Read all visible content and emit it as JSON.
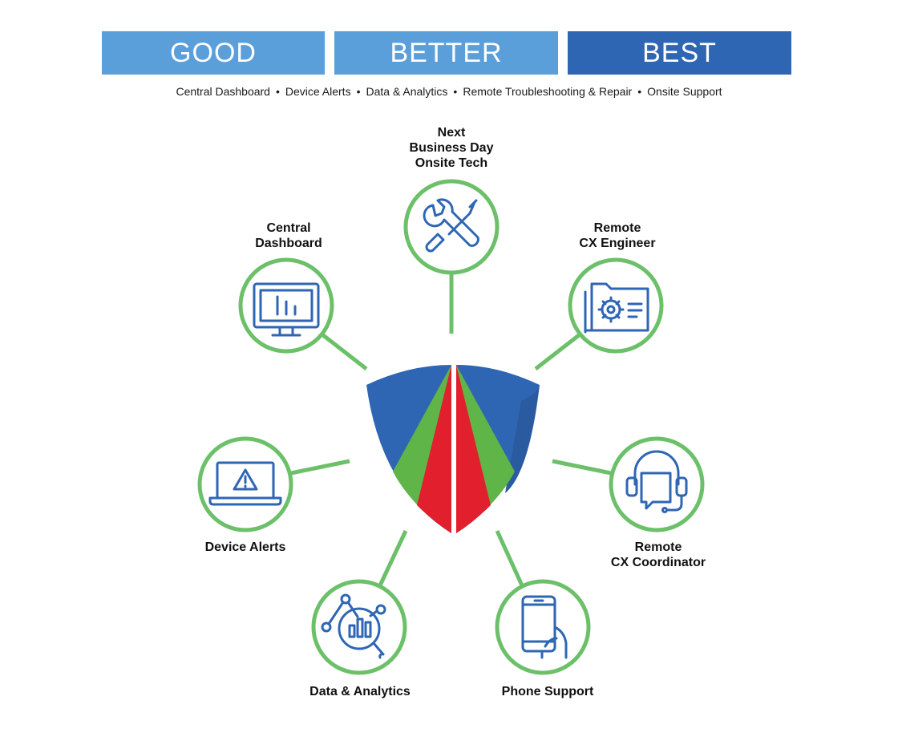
{
  "tiers": [
    {
      "label": "GOOD",
      "color": "#5b9fda"
    },
    {
      "label": "BETTER",
      "color": "#5b9fda"
    },
    {
      "label": "BEST",
      "color": "#2e66b4"
    }
  ],
  "features": [
    "Central Dashboard",
    "Device Alerts",
    "Data & Analytics",
    "Remote Troubleshooting & Repair",
    "Onsite Support"
  ],
  "services": [
    {
      "lines": [
        "Next",
        "Business Day",
        "Onsite Tech"
      ],
      "icon": "tools-icon"
    },
    {
      "lines": [
        "Remote",
        "CX Engineer"
      ],
      "icon": "settings-folder-icon"
    },
    {
      "lines": [
        "Remote",
        "CX Coordinator"
      ],
      "icon": "headset-icon"
    },
    {
      "lines": [
        "Phone Support"
      ],
      "icon": "phone-in-hand-icon"
    },
    {
      "lines": [
        "Data & Analytics"
      ],
      "icon": "analytics-magnifier-icon"
    },
    {
      "lines": [
        "Device Alerts"
      ],
      "icon": "laptop-alert-icon"
    },
    {
      "lines": [
        "Central",
        "Dashboard"
      ],
      "icon": "monitor-dashboard-icon"
    }
  ],
  "colors": {
    "ring": "#6cc06a",
    "icon": "#2e66b4",
    "shield_blue": "#2e66b4",
    "shield_green": "#5fb548",
    "shield_red": "#e21f2d"
  }
}
